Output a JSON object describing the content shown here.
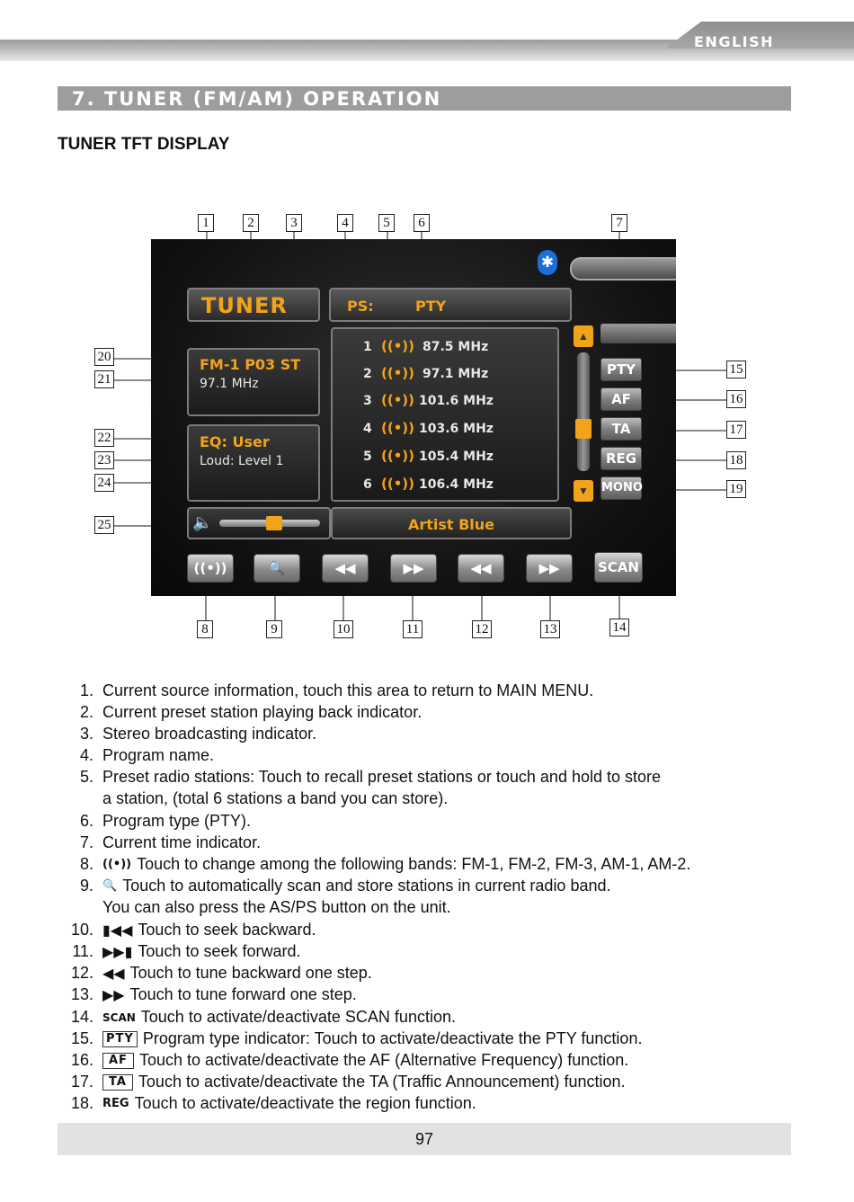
{
  "header": {
    "language": "ENGLISH"
  },
  "section": {
    "title": "7. TUNER (FM/AM) OPERATION",
    "subtitle": "TUNER TFT DISPLAY"
  },
  "screen": {
    "source_label": "TUNER",
    "ps_label": "PS:",
    "pty_label": "PTY",
    "band_line": "FM-1  P03  ST",
    "frequency": "97.1 MHz",
    "eq_line": "EQ: User",
    "loud_line": "Loud: Level 1",
    "presets": [
      {
        "num": "1",
        "freq": "87.5 MHz"
      },
      {
        "num": "2",
        "freq": "97.1 MHz"
      },
      {
        "num": "3",
        "freq": "101.6 MHz"
      },
      {
        "num": "4",
        "freq": "103.6 MHz"
      },
      {
        "num": "5",
        "freq": "105.4 MHz"
      },
      {
        "num": "6",
        "freq": "106.4 MHz"
      }
    ],
    "side_buttons": [
      "PTY",
      "AF",
      "TA",
      "REG",
      "MONO"
    ],
    "now_playing": "Artist Blue",
    "scan_label": "SCAN",
    "volume_level": 0.55,
    "colors": {
      "accent": "#f1a31a",
      "screen_bg": "#111111"
    }
  },
  "callouts": [
    "1",
    "2",
    "3",
    "4",
    "5",
    "6",
    "7",
    "8",
    "9",
    "10",
    "11",
    "12",
    "13",
    "14",
    "15",
    "16",
    "17",
    "18",
    "19",
    "20",
    "21",
    "22",
    "23",
    "24",
    "25"
  ],
  "descriptions": [
    {
      "num": "1.",
      "text": "Current source information, touch this area to return to MAIN MENU."
    },
    {
      "num": "2.",
      "text": "Current preset station playing back indicator."
    },
    {
      "num": "3.",
      "text": "Stereo broadcasting indicator."
    },
    {
      "num": "4.",
      "text": "Program name."
    },
    {
      "num": "5.",
      "text": "Preset radio stations: Touch to recall preset stations or touch and hold to store"
    },
    {
      "num": "",
      "text": "a station, (total 6 stations a band you can store)."
    },
    {
      "num": "6.",
      "text": "Program type (PTY)."
    },
    {
      "num": "7.",
      "text": "Current time indicator."
    },
    {
      "num": "8.",
      "icon": "band-icon",
      "text": "Touch to change among the following bands: FM-1, FM-2, FM-3, AM-1, AM-2."
    },
    {
      "num": "9.",
      "icon": "auto-store-icon",
      "text": "Touch to automatically scan and store stations in current radio band."
    },
    {
      "num": "",
      "text": "You can also press the AS/PS button on the unit."
    },
    {
      "num": "10.",
      "icon": "seek-backward-icon",
      "text": "Touch to seek backward."
    },
    {
      "num": "11.",
      "icon": "seek-forward-icon",
      "text": "Touch to seek forward."
    },
    {
      "num": "12.",
      "icon": "tune-backward-icon",
      "text": "Touch to tune backward one step."
    },
    {
      "num": "13.",
      "icon": "tune-forward-icon",
      "text": "Touch to tune forward one step."
    },
    {
      "num": "14.",
      "icon": "scan-icon",
      "icon_text": "SCAN",
      "text": "Touch to activate/deactivate SCAN function."
    },
    {
      "num": "15.",
      "icon": "pty-icon",
      "icon_text": "PTY",
      "text": "Program type indicator: Touch to activate/deactivate the PTY function."
    },
    {
      "num": "16.",
      "icon": "af-icon",
      "icon_text": "AF",
      "text": "Touch to activate/deactivate the AF (Alternative Frequency) function."
    },
    {
      "num": "17.",
      "icon": "ta-icon",
      "icon_text": "TA",
      "text": "Touch to activate/deactivate the TA (Traffic Announcement) function."
    },
    {
      "num": "18.",
      "icon": "reg-icon",
      "icon_text": "REG",
      "text": "Touch to activate/deactivate the region function."
    }
  ],
  "footer": {
    "page_number": "97"
  }
}
